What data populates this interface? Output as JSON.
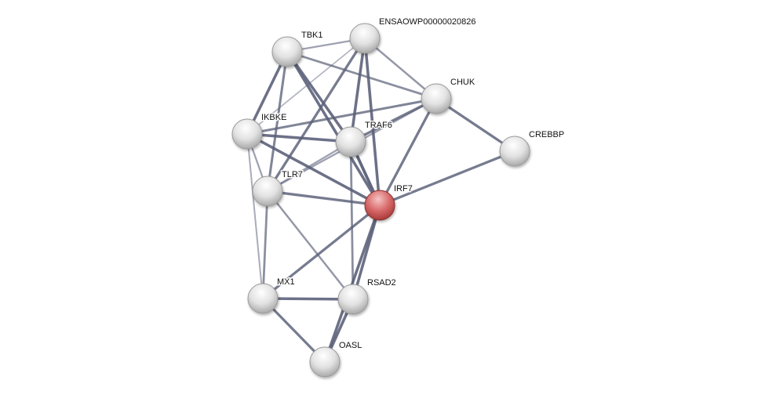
{
  "title": "Protein interaction network",
  "colors": {
    "edge": "#5a6078",
    "node": "#e6e6e6",
    "query_node": "#d96b6b"
  },
  "nodes": [
    {
      "id": "TBK1",
      "label": "TBK1",
      "query": false
    },
    {
      "id": "ENSA",
      "label": "ENSAOWP00000020826",
      "query": false
    },
    {
      "id": "CHUK",
      "label": "CHUK",
      "query": false
    },
    {
      "id": "IKBKE",
      "label": "IKBKE",
      "query": false
    },
    {
      "id": "TRAF6",
      "label": "TRAF6",
      "query": false
    },
    {
      "id": "CREBBP",
      "label": "CREBBP",
      "query": false
    },
    {
      "id": "TLR7",
      "label": "TLR7",
      "query": false
    },
    {
      "id": "IRF7",
      "label": "IRF7",
      "query": true
    },
    {
      "id": "MX1",
      "label": "MX1",
      "query": false
    },
    {
      "id": "RSAD2",
      "label": "RSAD2",
      "query": false
    },
    {
      "id": "OASL",
      "label": "OASL",
      "query": false
    }
  ],
  "edges": [
    [
      "TBK1",
      "ENSA",
      0.4
    ],
    [
      "TBK1",
      "CHUK",
      0.6
    ],
    [
      "TBK1",
      "IKBKE",
      0.9
    ],
    [
      "TBK1",
      "TLR7",
      0.7
    ],
    [
      "TBK1",
      "TRAF6",
      0.9
    ],
    [
      "TBK1",
      "IRF7",
      0.9
    ],
    [
      "ENSA",
      "IKBKE",
      0.2
    ],
    [
      "ENSA",
      "TLR7",
      0.8
    ],
    [
      "ENSA",
      "TRAF6",
      0.9
    ],
    [
      "ENSA",
      "IRF7",
      0.9
    ],
    [
      "ENSA",
      "CHUK",
      0.5
    ],
    [
      "CHUK",
      "IKBKE",
      0.7
    ],
    [
      "CHUK",
      "TRAF6",
      0.8
    ],
    [
      "CHUK",
      "TLR7",
      0.4
    ],
    [
      "CHUK",
      "IRF7",
      0.8
    ],
    [
      "CHUK",
      "CREBBP",
      0.8
    ],
    [
      "CREBBP",
      "IRF7",
      0.8
    ],
    [
      "IKBKE",
      "TRAF6",
      0.9
    ],
    [
      "IKBKE",
      "IRF7",
      0.9
    ],
    [
      "IKBKE",
      "TLR7",
      0.4
    ],
    [
      "IKBKE",
      "MX1",
      0.3
    ],
    [
      "TRAF6",
      "TLR7",
      0.4
    ],
    [
      "TRAF6",
      "IRF7",
      1.0
    ],
    [
      "TRAF6",
      "RSAD2",
      0.6
    ],
    [
      "TLR7",
      "IRF7",
      0.8
    ],
    [
      "TLR7",
      "MX1",
      0.6
    ],
    [
      "TLR7",
      "RSAD2",
      0.5
    ],
    [
      "IRF7",
      "MX1",
      0.8
    ],
    [
      "IRF7",
      "RSAD2",
      0.9
    ],
    [
      "IRF7",
      "OASL",
      0.9
    ],
    [
      "MX1",
      "RSAD2",
      0.9
    ],
    [
      "MX1",
      "OASL",
      0.8
    ],
    [
      "RSAD2",
      "OASL",
      0.9
    ]
  ]
}
